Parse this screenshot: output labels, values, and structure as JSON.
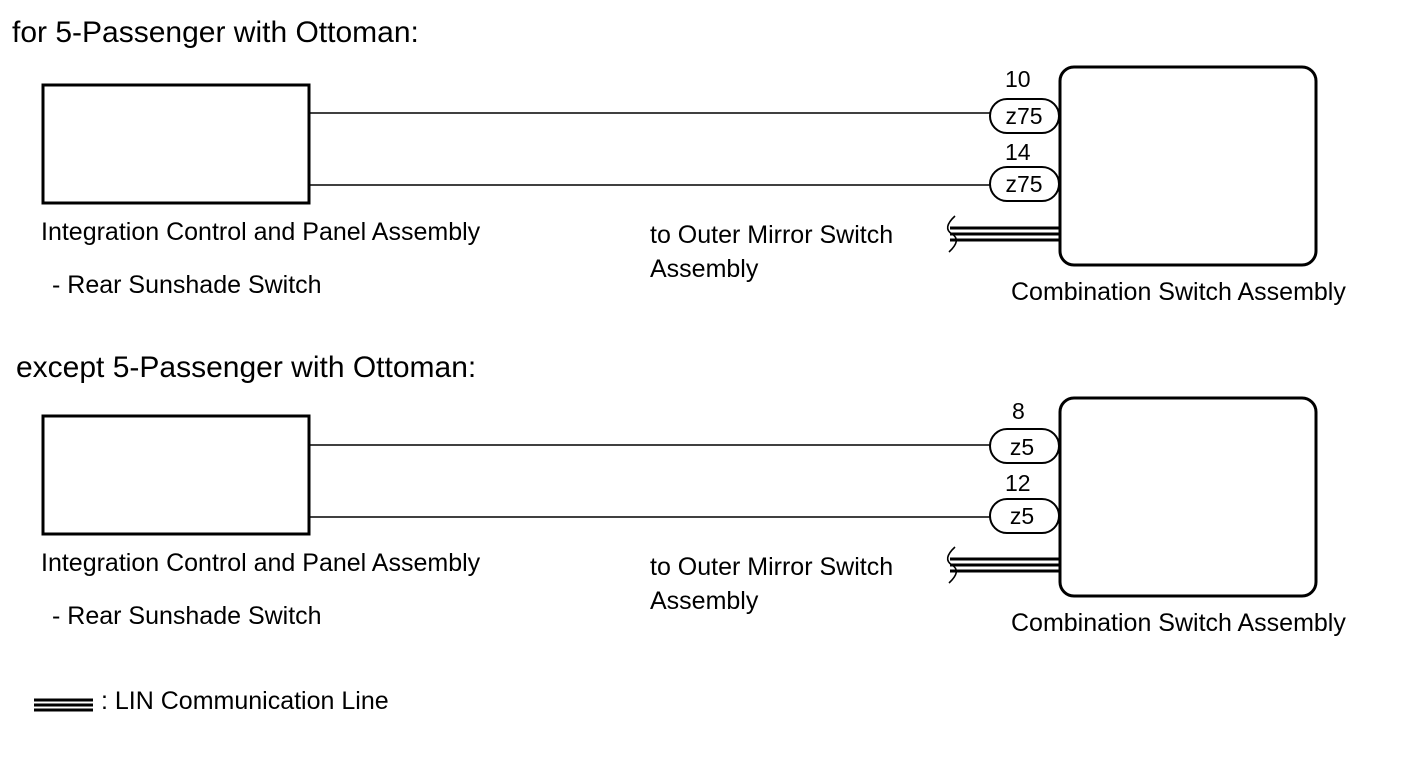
{
  "sections": [
    {
      "heading": "for 5-Passenger with Ottoman:",
      "left_component": {
        "name": "Integration Control and Panel Assembly",
        "sub_name": "- Rear Sunshade Switch"
      },
      "right_component": {
        "name": "Combination Switch Assembly"
      },
      "connections": [
        {
          "pin": "10",
          "connector": "z75"
        },
        {
          "pin": "14",
          "connector": "z75"
        }
      ],
      "lin_note": {
        "line1": "to Outer Mirror Switch",
        "line2": "Assembly"
      }
    },
    {
      "heading": "except 5-Passenger with Ottoman:",
      "left_component": {
        "name": "Integration Control and Panel Assembly",
        "sub_name": "- Rear Sunshade Switch"
      },
      "right_component": {
        "name": "Combination Switch Assembly"
      },
      "connections": [
        {
          "pin": "8",
          "connector": "z5"
        },
        {
          "pin": "12",
          "connector": "z5"
        }
      ],
      "lin_note": {
        "line1": "to Outer Mirror Switch",
        "line2": "Assembly"
      }
    }
  ],
  "legend": {
    "text": ": LIN Communication Line",
    "symbol": "triple-line-icon"
  }
}
